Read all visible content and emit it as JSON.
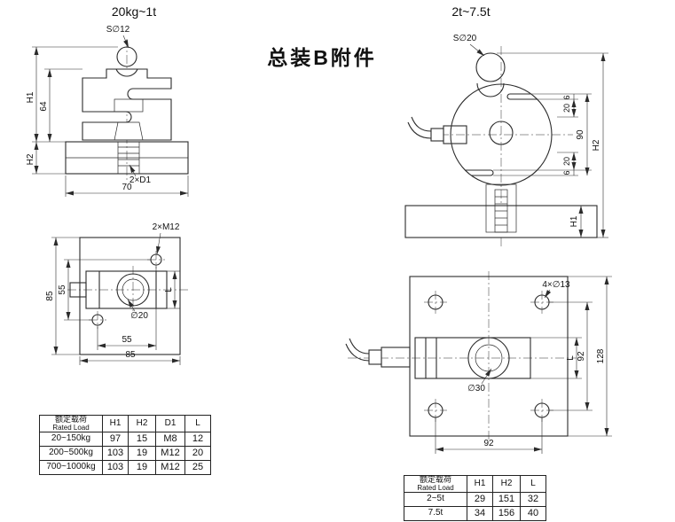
{
  "title": "总装B附件",
  "left": {
    "range": "20kg~1t",
    "front": {
      "ball_label": "S∅12",
      "h1": "H1",
      "d64": "64",
      "h2": "H2",
      "thread_label": "2×D1",
      "d70": "70"
    },
    "top_view": {
      "thread_label": "2×M12",
      "d85_v": "85",
      "d55_v": "55",
      "dia20": "∅20",
      "l": "L",
      "d55_h": "55",
      "d85_h": "85"
    },
    "table": {
      "header_cn": "额定载荷",
      "header_en": "Rated Load",
      "col_h1": "H1",
      "col_h2": "H2",
      "col_d1": "D1",
      "col_l": "L",
      "rows": [
        {
          "load": "20~150kg",
          "h1": "97",
          "h2": "15",
          "d1": "M8",
          "l": "12"
        },
        {
          "load": "200~500kg",
          "h1": "103",
          "h2": "19",
          "d1": "M12",
          "l": "20"
        },
        {
          "load": "700~1000kg",
          "h1": "103",
          "h2": "19",
          "d1": "M12",
          "l": "25"
        }
      ]
    }
  },
  "right": {
    "range": "2t~7.5t",
    "front": {
      "ball_label": "S∅20",
      "d6_top": "6",
      "d20_top": "20",
      "d90": "90",
      "h2": "H2",
      "d20_bot": "20",
      "d6_bot": "6",
      "h1": "H1"
    },
    "plate": {
      "holes_label": "4×∅13",
      "l": "L",
      "d92_v": "92",
      "d128": "128",
      "dia30": "∅30",
      "d92_h": "92"
    },
    "table": {
      "header_cn": "额定载荷",
      "header_en": "Rated Load",
      "col_h1": "H1",
      "col_h2": "H2",
      "col_l": "L",
      "rows": [
        {
          "load": "2~5t",
          "h1": "29",
          "h2": "151",
          "l": "32"
        },
        {
          "load": "7.5t",
          "h1": "34",
          "h2": "156",
          "l": "40"
        }
      ]
    }
  }
}
